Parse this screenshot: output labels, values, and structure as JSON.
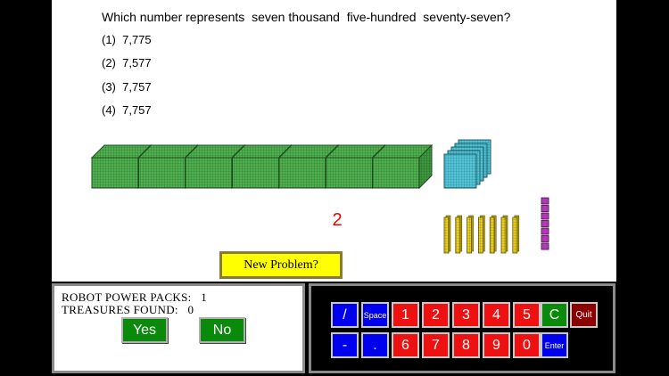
{
  "question": {
    "text": "Which number represents  seven thousand  five-hundred  seventy-seven?",
    "choices": [
      "(1)  7,775",
      "(2)  7,577",
      "(3)  7,757",
      "(4)  7,757"
    ]
  },
  "counter": "2",
  "new_problem_label": "New Problem?",
  "status": {
    "power_packs_label": "ROBOT POWER PACKS:",
    "power_packs_value": "1",
    "treasures_label": "TREASURES FOUND:",
    "treasures_value": "0",
    "yes_label": "Yes",
    "no_label": "No"
  },
  "keypad": {
    "row1": [
      "/",
      "Space",
      "1",
      "2",
      "3",
      "4",
      "5",
      "C",
      "Quit"
    ],
    "row2": [
      "-",
      ".",
      "6",
      "7",
      "8",
      "9",
      "0",
      "Enter"
    ]
  },
  "base_ten_blocks": {
    "thousands": 7,
    "hundreds": 5,
    "tens": 7,
    "ones": 7
  },
  "colors": {
    "thousand_cube": "#4fae4f",
    "hundred_flat": "#52c4d6",
    "ten_rod": "#e8d020",
    "one_unit": "#b23ab8",
    "blue_key": "#0000ee",
    "red_key": "#ee1111",
    "green_key": "#0a8a0a",
    "quit_key": "#8b0000",
    "new_problem": "#ffff00"
  }
}
